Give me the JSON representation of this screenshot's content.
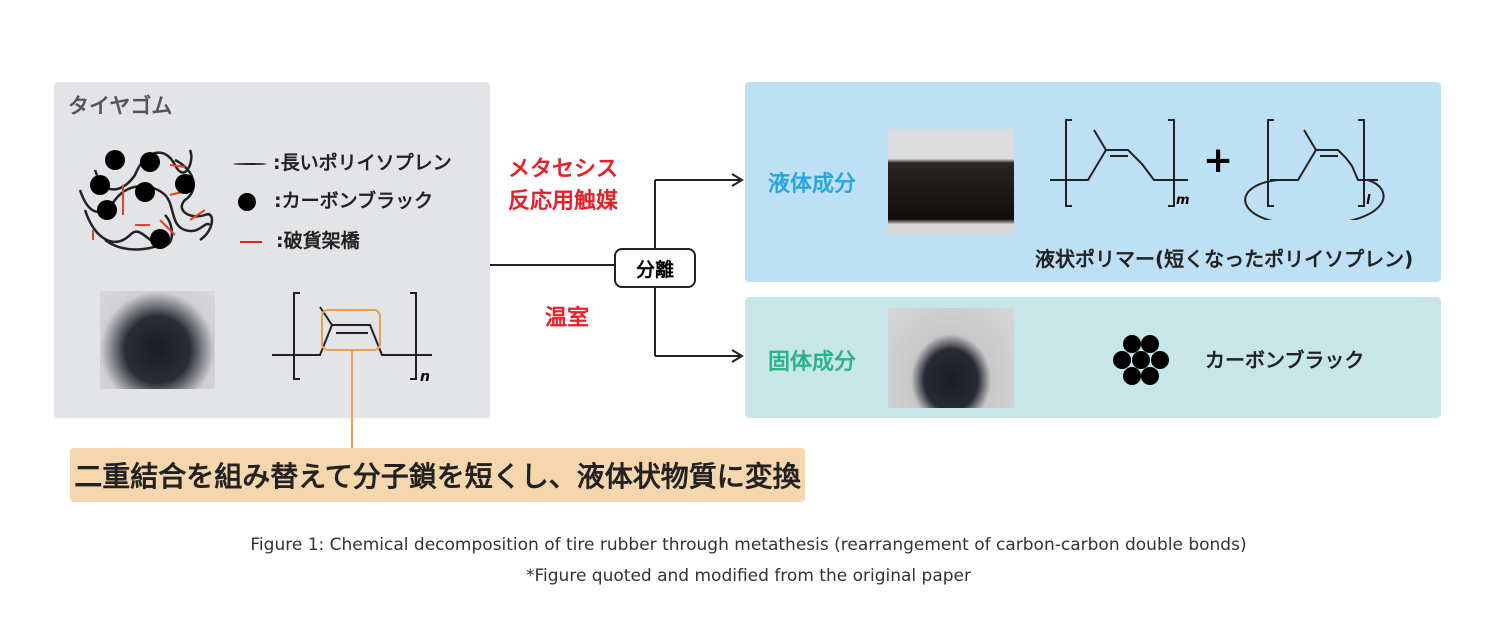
{
  "left_panel": {
    "title": "タイヤゴム",
    "legend": [
      {
        "symbol": "〜",
        "label": ":長いポリイソプレン"
      },
      {
        "symbol": "●",
        "label": ":カーボンブラック"
      },
      {
        "symbol": "—",
        "label": ":破貨架橋"
      }
    ],
    "subscript": "n"
  },
  "reaction": {
    "catalyst_line1": "メタセシス",
    "catalyst_line2": "反応用触媒",
    "condition": "温室",
    "separation": "分離"
  },
  "liquid_panel": {
    "title": "液体成分",
    "subscript_m": "m",
    "plus": "+",
    "subscript_l": "l",
    "caption": "液状ポリマー(短くなったポリイソプレン)"
  },
  "solid_panel": {
    "title": "固体成分",
    "label": "カーボンブラック"
  },
  "banner": "二重結合を組み替えて分子鎖を短くし、液体状物質に変換",
  "caption": {
    "line1": "Figure 1: Chemical decomposition of tire rubber through metathesis (rearrangement of carbon-carbon double bonds)",
    "line2": "*Figure quoted and modified from the original paper"
  },
  "colors": {
    "red": "#e8202a",
    "blue_title": "#2aa6de",
    "green_title": "#2db38a",
    "orange": "#e8a055"
  }
}
